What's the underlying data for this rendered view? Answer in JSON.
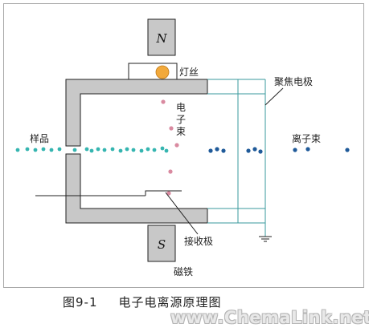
{
  "labels": {
    "north_pole": "N",
    "south_pole": "S",
    "filament": "灯丝",
    "electron_beam": [
      "电",
      "子",
      "束"
    ],
    "focusing_electrode": "聚焦电极",
    "sample": "样品",
    "ion_beam": "离子束",
    "collector": "接收极",
    "magnet": "磁铁"
  },
  "caption": {
    "number": "图9-1",
    "title": "电子电离源原理图"
  },
  "watermark": "www.ChemaLink.net",
  "colors": {
    "electrode_fill": "#c8c8c8",
    "outline": "#222222",
    "focus_lines": "#3a9a9c",
    "filament": "#f2a93b",
    "electron_dots": "#d98aa0",
    "sample_dots": "#35b5b0",
    "ion_dots": "#1f5a99",
    "frame": "#a9a9a9"
  }
}
